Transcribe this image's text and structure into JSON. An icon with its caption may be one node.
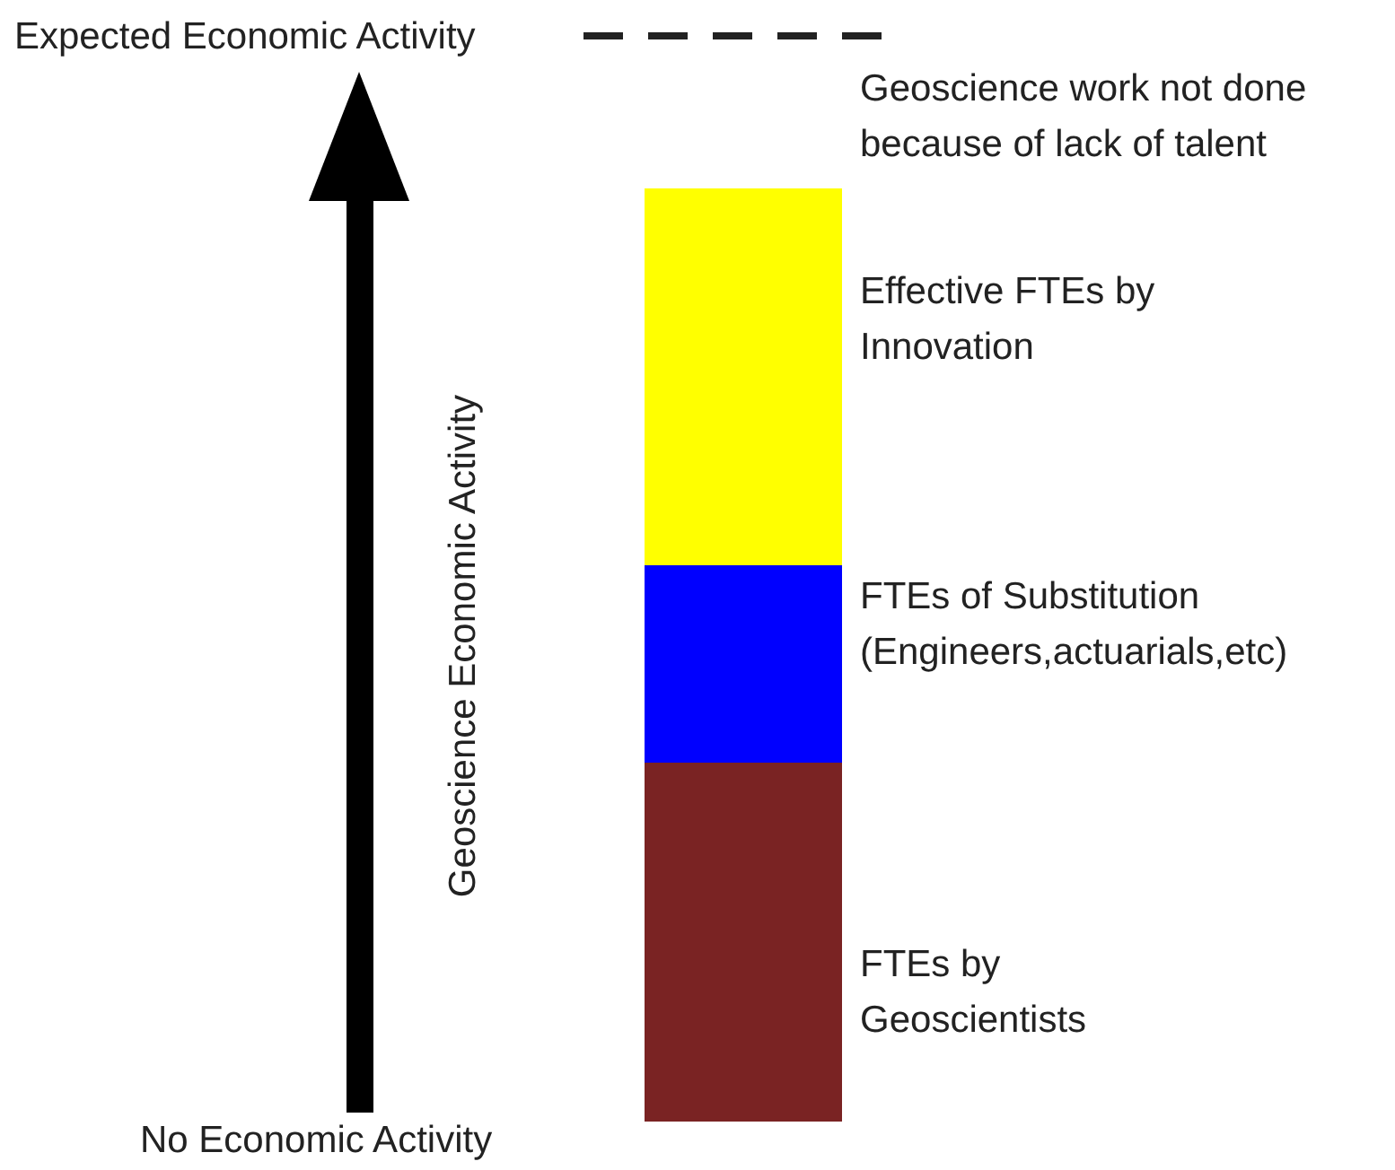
{
  "diagram": {
    "nodes": [
      {
        "text": [],
        "shape": "bar",
        "beside": [
          "Effective FTEs by Innovation"
        ]
      },
      {
        "text": [],
        "shape": "bar",
        "beside": [
          "FTEs of Substitution (Engineers,actuarials,etc)"
        ]
      },
      {
        "text": [],
        "shape": "bar",
        "beside": [
          "FTEs by Geoscientists"
        ]
      }
    ],
    "labels": [
      "Expected Economic Activity",
      "Geoscience work not done because of lack of talent",
      "Geoscience Economic Activity",
      "No Economic Activity"
    ]
  }
}
